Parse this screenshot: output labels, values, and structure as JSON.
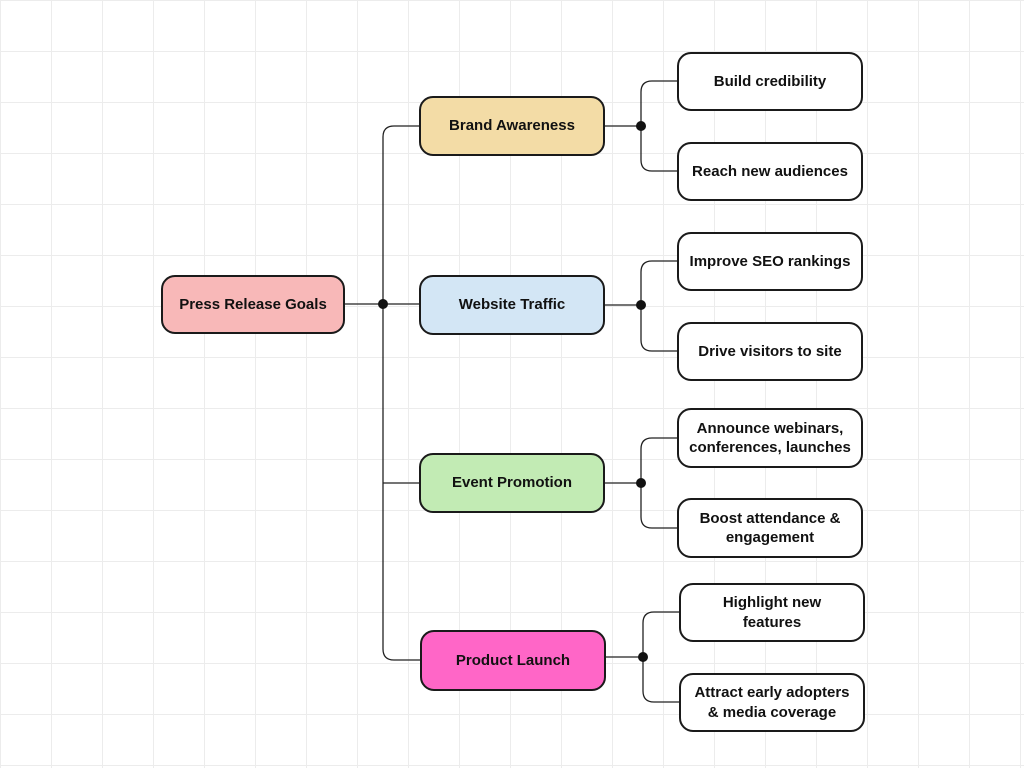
{
  "root": {
    "label": "Press Release Goals",
    "color": "#f8b8b8"
  },
  "branches": [
    {
      "label": "Brand Awareness",
      "color": "#f3dca6",
      "children": [
        "Build credibility",
        "Reach new audiences"
      ]
    },
    {
      "label": "Website Traffic",
      "color": "#d3e6f5",
      "children": [
        "Improve SEO rankings",
        "Drive visitors to site"
      ]
    },
    {
      "label": "Event Promotion",
      "color": "#c2ebb4",
      "children": [
        "Announce webinars,\nconferences, launches",
        "Boost attendance &\nengagement"
      ]
    },
    {
      "label": "Product Launch",
      "color": "#ff66c7",
      "children": [
        "Highlight new\nfeatures",
        "Attract early adopters\n& media coverage"
      ]
    }
  ]
}
